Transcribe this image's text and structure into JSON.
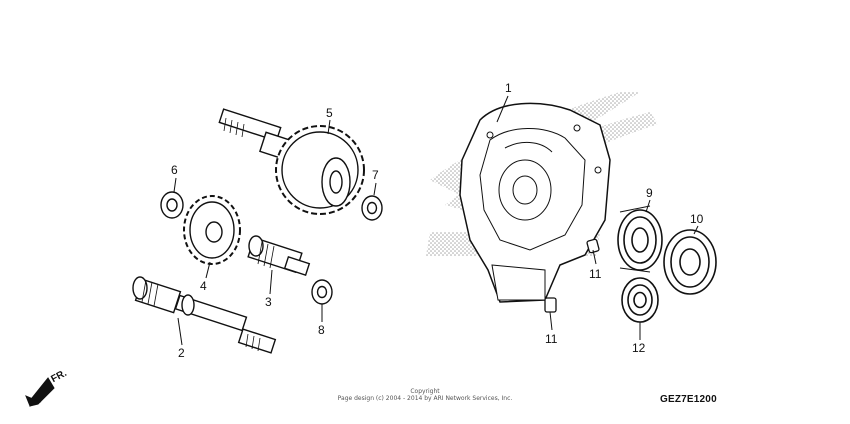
{
  "diagram": {
    "code": "GEZ7E1200",
    "direction_label": "FR.",
    "copyright_line1": "Copyright",
    "copyright_line2": "Page design (c) 2004 - 2014 by ARI Network Services, Inc.",
    "callouts": [
      {
        "id": "1",
        "text": "1"
      },
      {
        "id": "2",
        "text": "2"
      },
      {
        "id": "3",
        "text": "3"
      },
      {
        "id": "4",
        "text": "4"
      },
      {
        "id": "5",
        "text": "5"
      },
      {
        "id": "6",
        "text": "6"
      },
      {
        "id": "7",
        "text": "7"
      },
      {
        "id": "8",
        "text": "8"
      },
      {
        "id": "9",
        "text": "9"
      },
      {
        "id": "10",
        "text": "10"
      },
      {
        "id": "11a",
        "text": "11"
      },
      {
        "id": "11b",
        "text": "11"
      },
      {
        "id": "12",
        "text": "12"
      }
    ]
  }
}
